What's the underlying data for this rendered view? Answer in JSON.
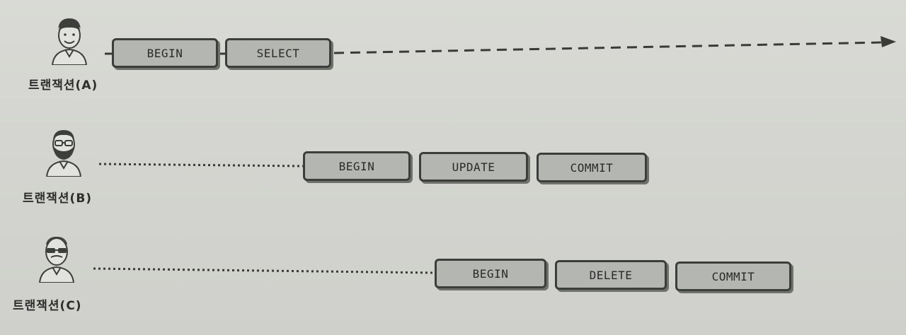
{
  "transactions": [
    {
      "label": "트랜잭션(A)",
      "steps": [
        "BEGIN",
        "SELECT"
      ]
    },
    {
      "label": "트랜잭션(B)",
      "steps": [
        "BEGIN",
        "UPDATE",
        "COMMIT"
      ]
    },
    {
      "label": "트랜잭션(C)",
      "steps": [
        "BEGIN",
        "DELETE",
        "COMMIT"
      ]
    }
  ],
  "colors": {
    "box_fill": "#b4b6b1",
    "box_border": "#3c3e3b",
    "line": "#3a3b39",
    "background": "#d5d6d1"
  },
  "icons": [
    "person-a-icon",
    "person-b-icon",
    "person-c-icon",
    "arrow-right-icon"
  ]
}
